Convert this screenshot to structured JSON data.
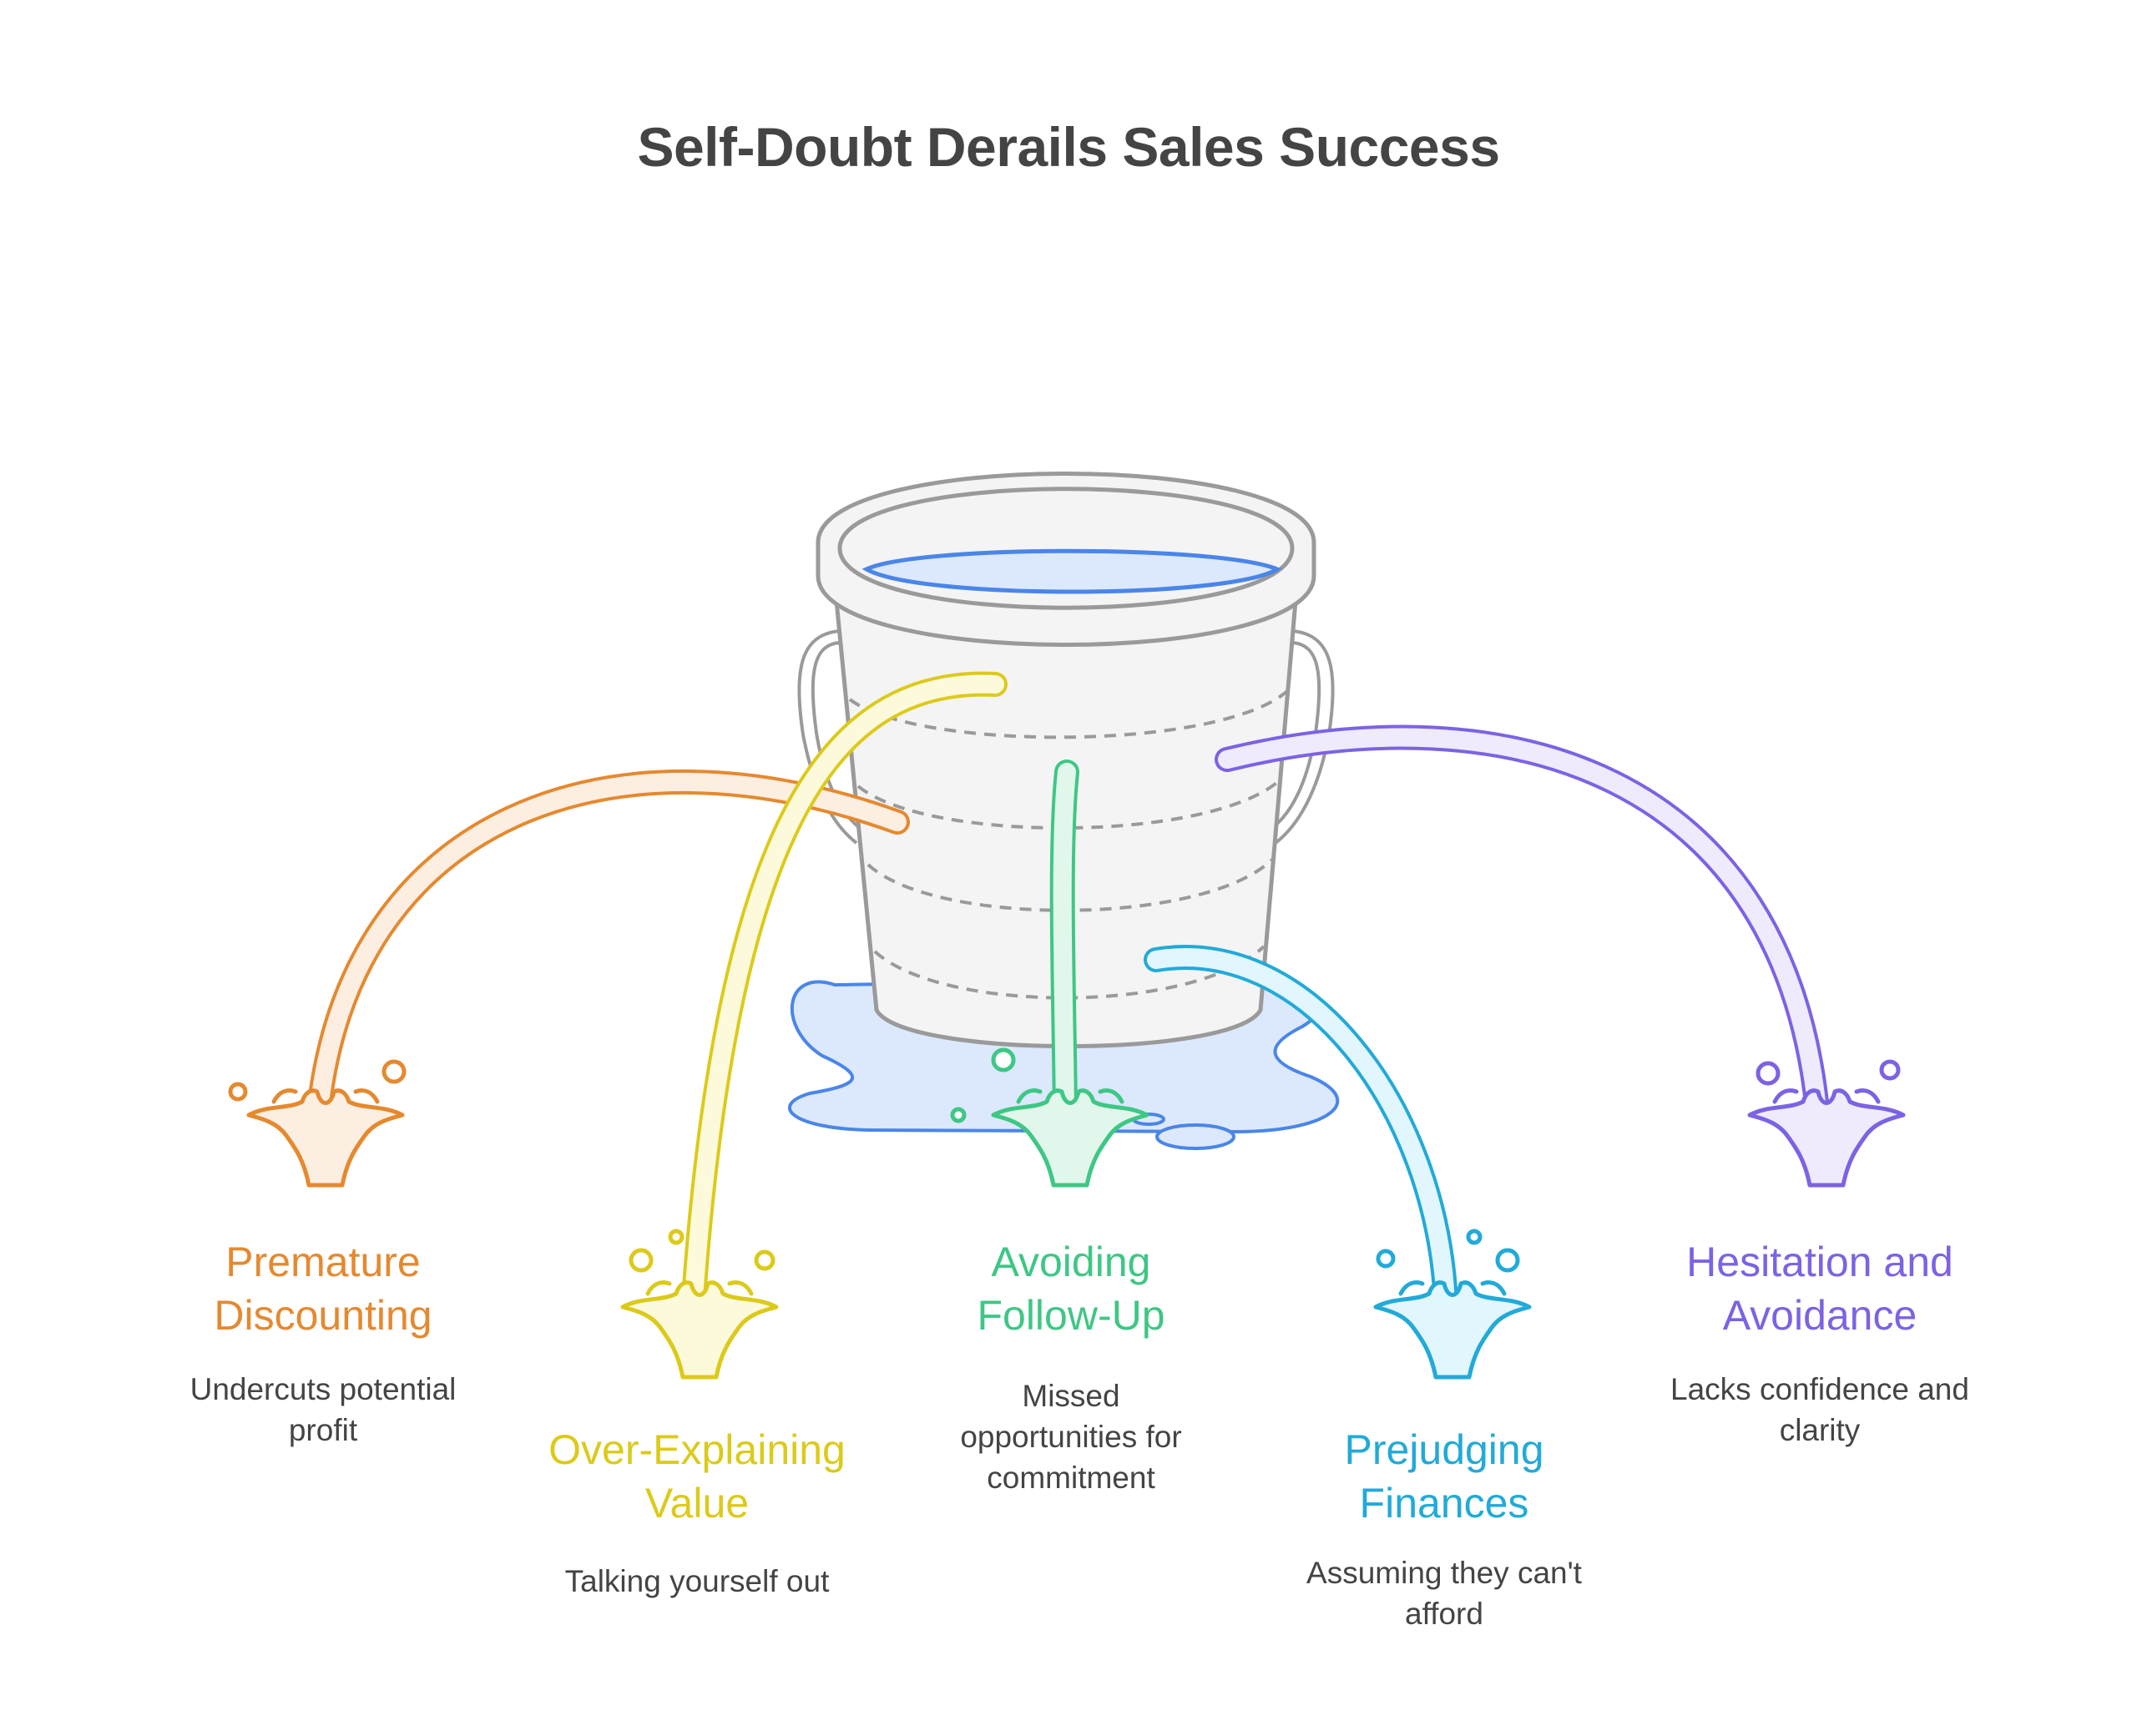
{
  "title": "Self-Doubt Derails Sales Success",
  "colors": {
    "bucket_stroke": "#9a9a9a",
    "bucket_fill": "#f4f4f4",
    "water_stroke": "#4a86e8",
    "water_fill": "#dce8fc"
  },
  "leaks": [
    {
      "label": "Premature Discounting",
      "description": "Undercuts potential profit",
      "stroke": "#e5892f",
      "fill": "#fdeee2",
      "icon": "splash-icon"
    },
    {
      "label": "Over-Explaining Value",
      "description": "Talking yourself out",
      "stroke": "#dcca1b",
      "fill": "#fdfadc",
      "icon": "splash-icon"
    },
    {
      "label": "Avoiding Follow-Up",
      "description": "Missed opportunities for commitment",
      "stroke": "#3ec785",
      "fill": "#e2f7ec",
      "icon": "splash-icon"
    },
    {
      "label": "Prejudging Finances",
      "description": "Assuming they can't afford",
      "stroke": "#22aad8",
      "fill": "#e2f6fd",
      "icon": "splash-icon"
    },
    {
      "label": "Hesitation and Avoidance",
      "description": "Lacks confidence and clarity",
      "stroke": "#7d62e4",
      "fill": "#efebfd",
      "icon": "splash-icon"
    }
  ]
}
